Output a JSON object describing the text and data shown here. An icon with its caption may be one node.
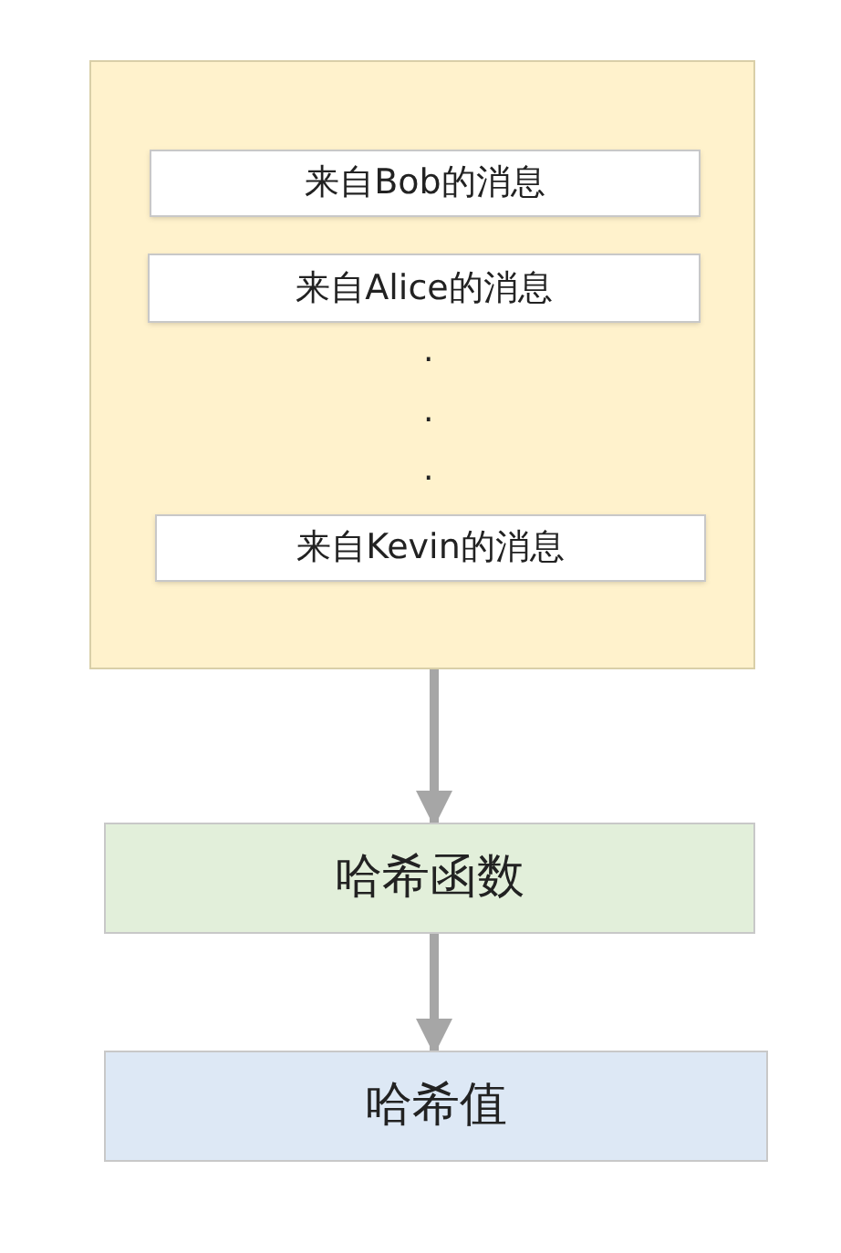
{
  "diagram": {
    "nodes": [
      {
        "text": [],
        "shape": "box"
      },
      {
        "text": [
          "来自Bob的消息"
        ],
        "in": 0
      },
      {
        "text": [
          "来自Alice的消息"
        ],
        "in": 0
      },
      {
        "text": [
          "来自Kevin的消息"
        ],
        "in": 0
      },
      {
        "text": [
          "哈希函数"
        ]
      },
      {
        "text": [
          "哈希值"
        ]
      }
    ],
    "edges": [
      {
        "from": 0,
        "to": 4,
        "arrow": "to"
      },
      {
        "from": 4,
        "to": 5,
        "arrow": "to"
      }
    ],
    "labels": [
      ".",
      ".",
      "."
    ]
  }
}
